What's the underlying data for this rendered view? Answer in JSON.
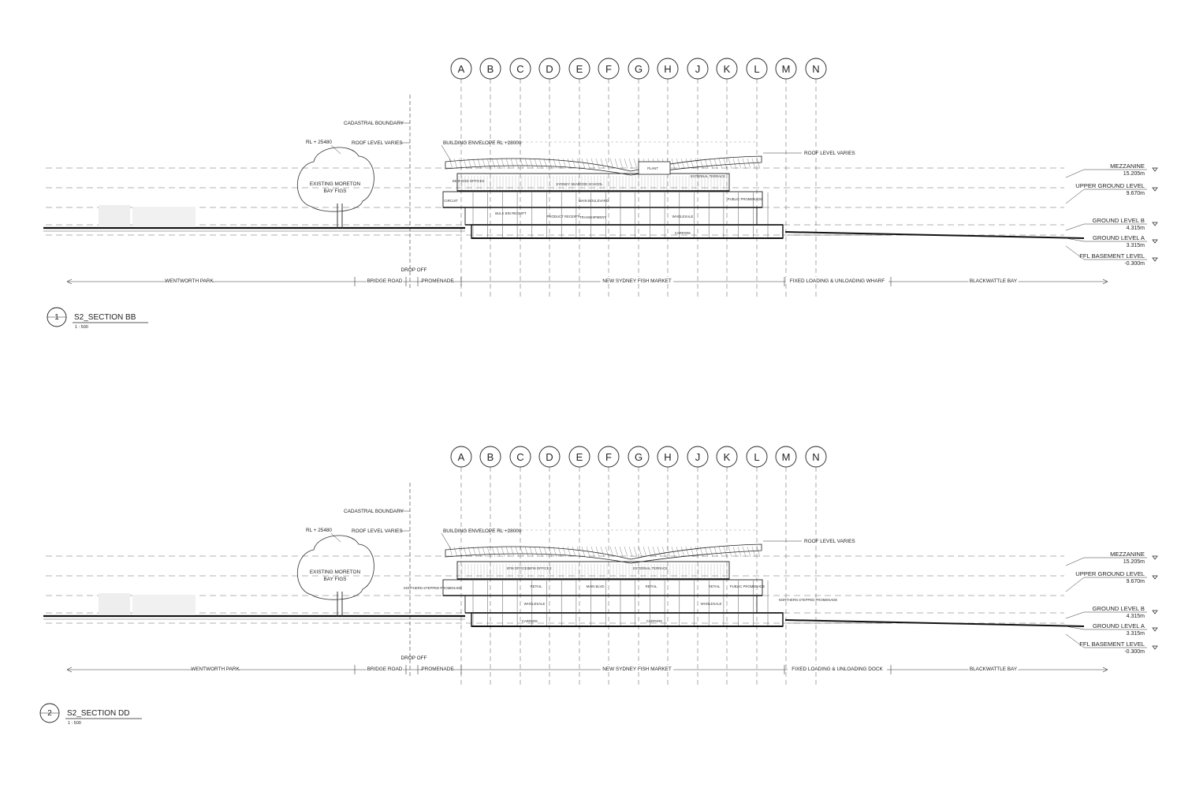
{
  "grid_labels": [
    "A",
    "B",
    "C",
    "D",
    "E",
    "F",
    "G",
    "H",
    "J",
    "K",
    "L",
    "M",
    "N"
  ],
  "levels": [
    {
      "name": "MEZZANINE",
      "value": "15.205m"
    },
    {
      "name": "UPPER GROUND LEVEL",
      "value": "9.670m"
    },
    {
      "name": "GROUND LEVEL B",
      "value": "4.315m"
    },
    {
      "name": "GROUND LEVEL A",
      "value": "3.315m"
    },
    {
      "name": "FFL BASEMENT LEVEL",
      "value": "-0.300m"
    }
  ],
  "sections": [
    {
      "number": "1",
      "title": "S2_SECTION BB",
      "scale": "1 : 500",
      "annotations": {
        "cadastral": "CADASTRAL BOUNDARY",
        "rl": "RL + 25480",
        "roof_left": "ROOF LEVEL VARIES",
        "envelope": "BUILDING ENVELOPE RL +28000",
        "roof_right": "ROOF LEVEL VARIES",
        "tree": "EXISTING MORETON BAY FIGS",
        "drop_off": "DROP OFF"
      },
      "zones": [
        "WENTWORTH PARK",
        "BRIDGE ROAD",
        "PROMENADE",
        "NEW SYDNEY FISH MARKET",
        "FIXED LOADING & UNLOADING WHARF",
        "BLACKWATTLE BAY"
      ],
      "rooms": [
        "PLANT",
        "SYDNEY SEAFOOD SCHOOL",
        "EXTERNAL TERRACE",
        "PUBLIC PROMENADE",
        "CIRCUIT",
        "MAIN BOULEVARD",
        "BULK BIN RECEIPT",
        "PRODUCT RECEIPT",
        "TRANSHIPMENT",
        "WHOLESALE",
        "CARPARK",
        "SEAFOOD OFFICES"
      ]
    },
    {
      "number": "2",
      "title": "S2_SECTION DD",
      "scale": "1 : 500",
      "annotations": {
        "cadastral": "CADASTRAL BOUNDARY",
        "rl": "RL + 25480",
        "roof_left": "ROOF LEVEL VARIES",
        "envelope": "BUILDING ENVELOPE RL +28000",
        "roof_right": "ROOF LEVEL VARIES",
        "tree": "EXISTING MORETON BAY FIGS",
        "drop_off": "DROP OFF"
      },
      "zones": [
        "WENTWORTH PARK",
        "BRIDGE ROAD",
        "PROMENADE",
        "NEW SYDNEY FISH MARKET",
        "FIXED LOADING & UNLOADING DOCK",
        "BLACKWATTLE BAY"
      ],
      "rooms": [
        "SFM OFFICES",
        "SFM OFFICES",
        "RETAIL",
        "MAIN BLVD",
        "RETAIL",
        "RETAIL",
        "PUBLIC PROMENADE",
        "SOUTHERN STEPPED PROMENADE",
        "NORTHERN STEPPED PROMENADE",
        "WHOLESALE",
        "WHOLESALE",
        "CARPARK",
        "CARPARK",
        "EXTERNAL TERRACE"
      ]
    }
  ]
}
